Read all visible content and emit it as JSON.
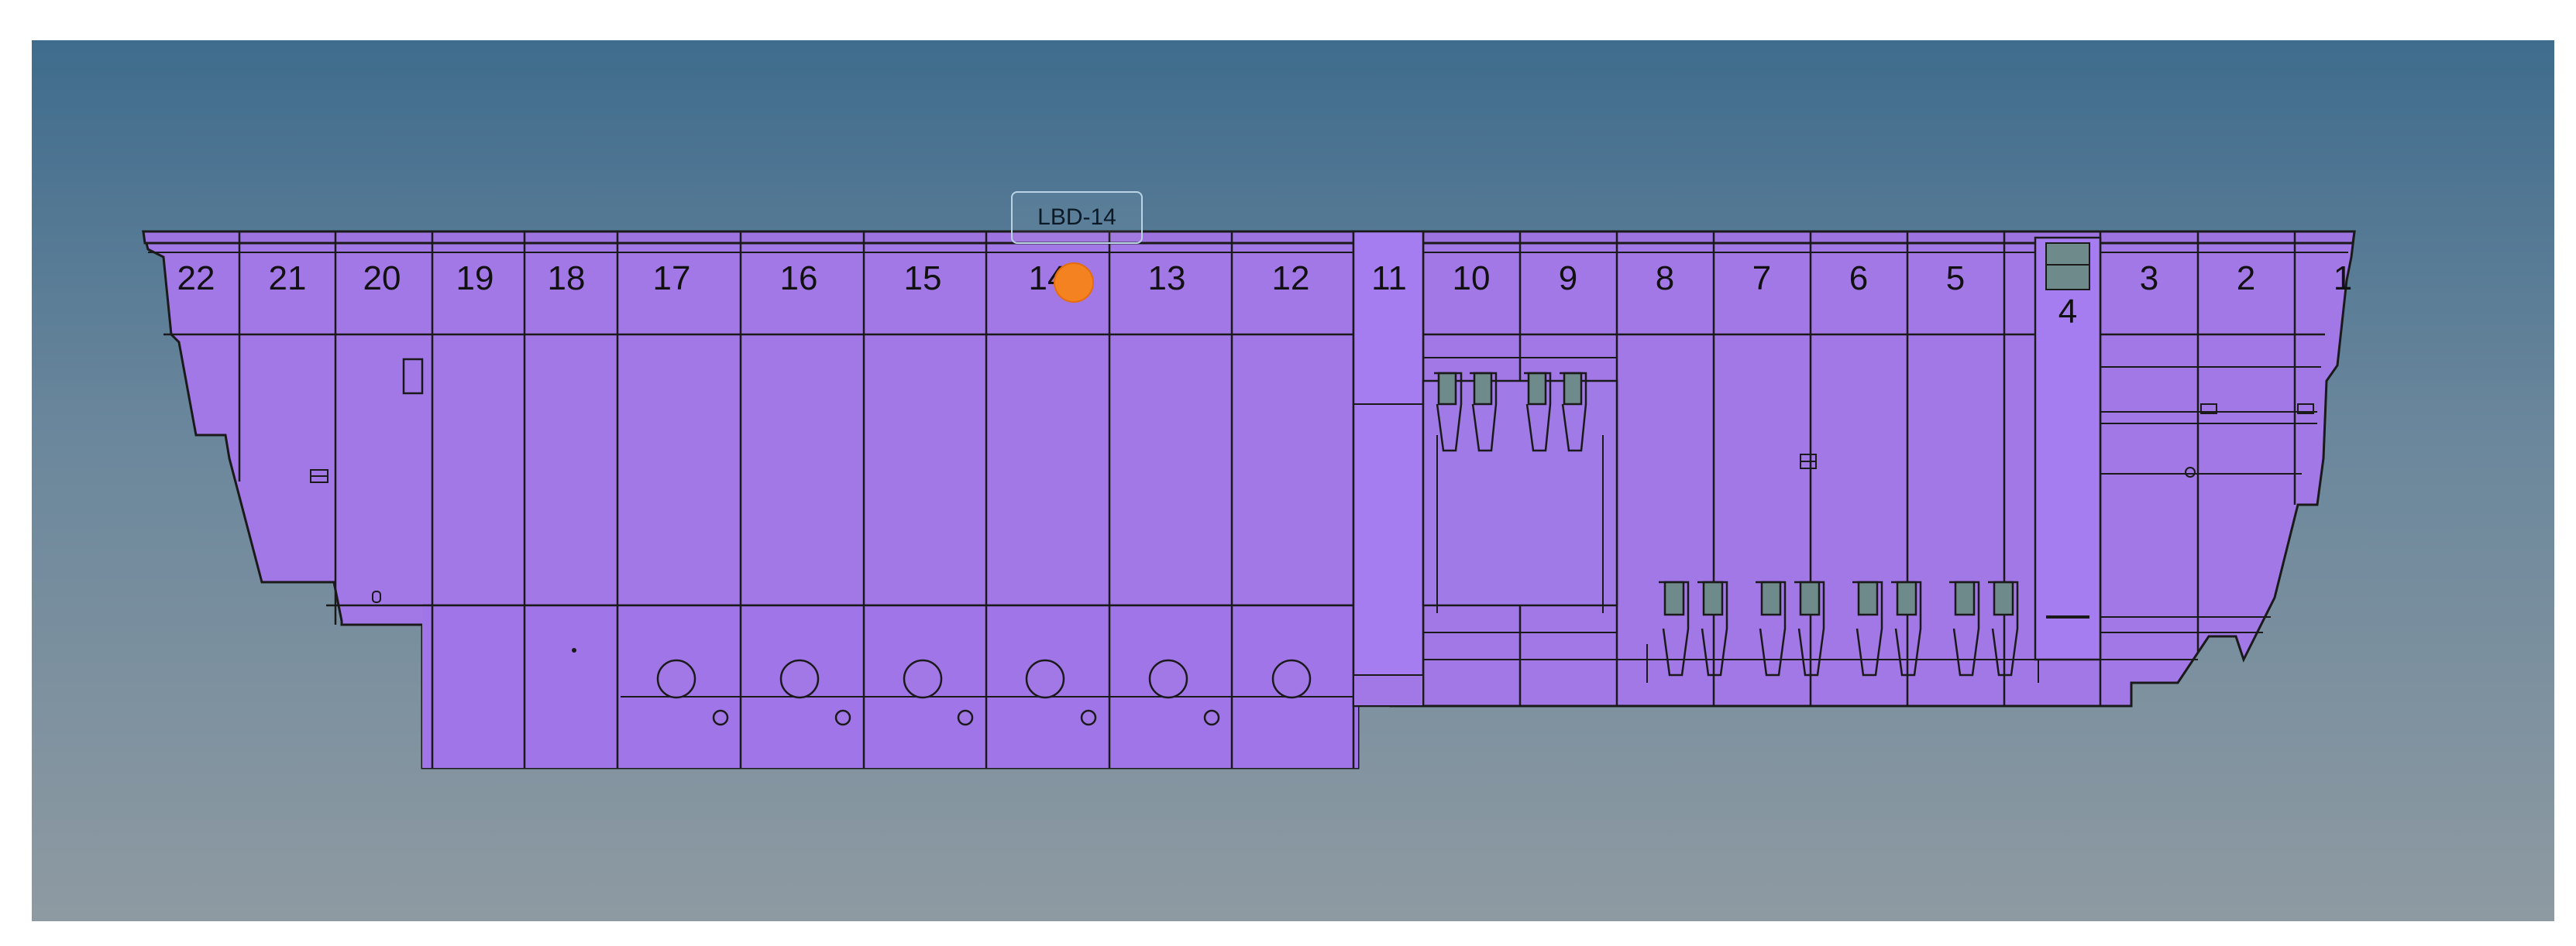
{
  "viewer": {
    "background_top": "#3f6c8d",
    "background_bottom": "#8e9aa2",
    "model_color": "#a277e6"
  },
  "marker": {
    "label": "LBD-14",
    "color": "#f58220"
  },
  "sections": [
    {
      "id": "22",
      "label": "22"
    },
    {
      "id": "21",
      "label": "21"
    },
    {
      "id": "20",
      "label": "20"
    },
    {
      "id": "19",
      "label": "19"
    },
    {
      "id": "18",
      "label": "18"
    },
    {
      "id": "17",
      "label": "17"
    },
    {
      "id": "16",
      "label": "16"
    },
    {
      "id": "15",
      "label": "15"
    },
    {
      "id": "14",
      "label": "14"
    },
    {
      "id": "13",
      "label": "13"
    },
    {
      "id": "12",
      "label": "12"
    },
    {
      "id": "11",
      "label": "11"
    },
    {
      "id": "10",
      "label": "10"
    },
    {
      "id": "9",
      "label": "9"
    },
    {
      "id": "8",
      "label": "8"
    },
    {
      "id": "7",
      "label": "7"
    },
    {
      "id": "6",
      "label": "6"
    },
    {
      "id": "5",
      "label": "5"
    },
    {
      "id": "4",
      "label": "4"
    },
    {
      "id": "3",
      "label": "3"
    },
    {
      "id": "2",
      "label": "2"
    },
    {
      "id": "1",
      "label": "1"
    }
  ]
}
